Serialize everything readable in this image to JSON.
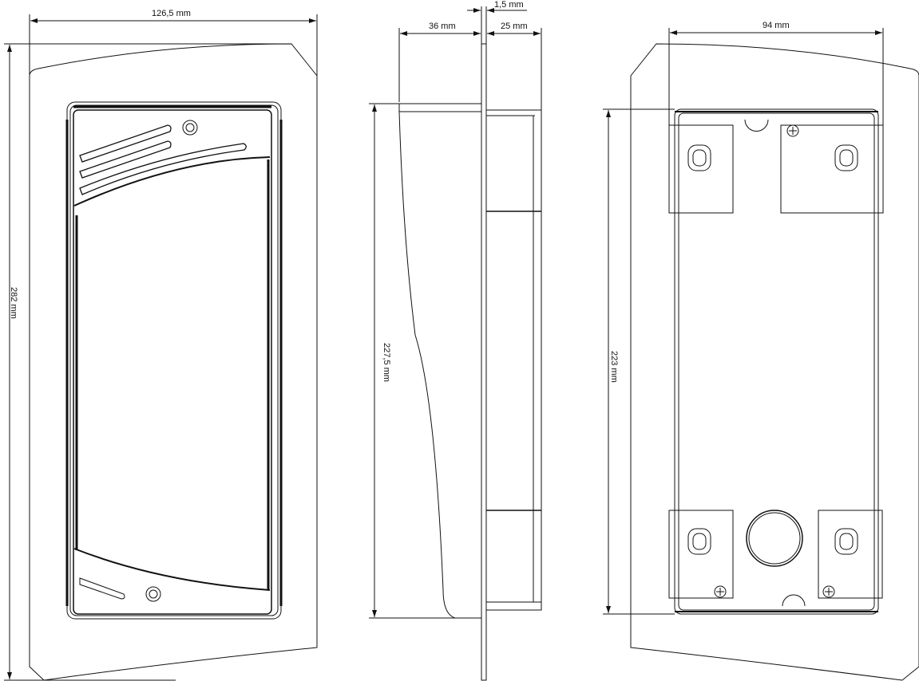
{
  "dimensions": {
    "front_width": "126,5 mm",
    "front_height": "282 mm",
    "side_depth_front": "36 mm",
    "side_plate_thickness": "1,5 mm",
    "side_depth_back": "25 mm",
    "side_height": "227,5 mm",
    "back_width": "94 mm",
    "back_height": "223 mm"
  },
  "colors": {
    "line": "#111111",
    "background": "#ffffff"
  }
}
